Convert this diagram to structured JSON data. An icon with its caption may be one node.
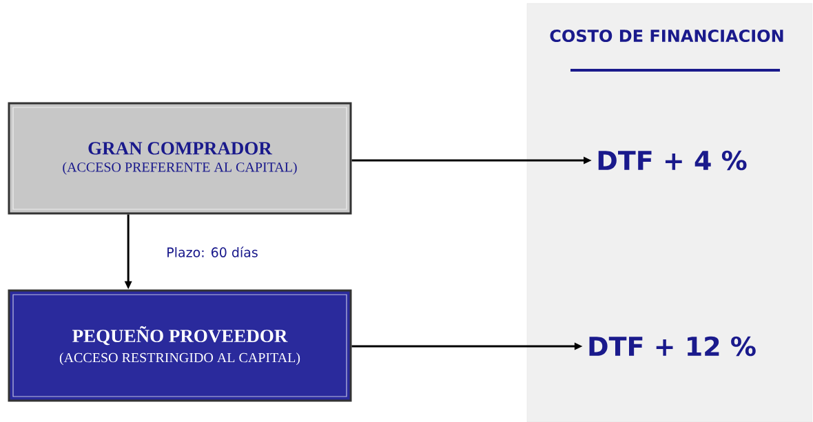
{
  "diagram": {
    "nodes": [
      {
        "text": [
          "GRAN COMPRADOR",
          "(ACCESO PREFERENTE AL CAPITAL)"
        ]
      },
      {
        "text": [
          "PEQUEÑO PROVEEDOR",
          "(ACCESO RESTRINGIDO AL CAPITAL)"
        ]
      },
      {
        "text": [
          "COSTO DE FINANCIACION"
        ]
      },
      {
        "text": [
          "DTF + 4 %"
        ],
        "in": 2
      },
      {
        "text": [
          "DTF + 12 %"
        ],
        "in": 2
      }
    ],
    "edges": [
      {
        "from": 0,
        "to": 3,
        "arrow": "to"
      },
      {
        "from": 0,
        "to": 1,
        "arrow": "to",
        "label": "Plazo: 60 días"
      },
      {
        "from": 1,
        "to": 4,
        "arrow": "to"
      }
    ]
  }
}
